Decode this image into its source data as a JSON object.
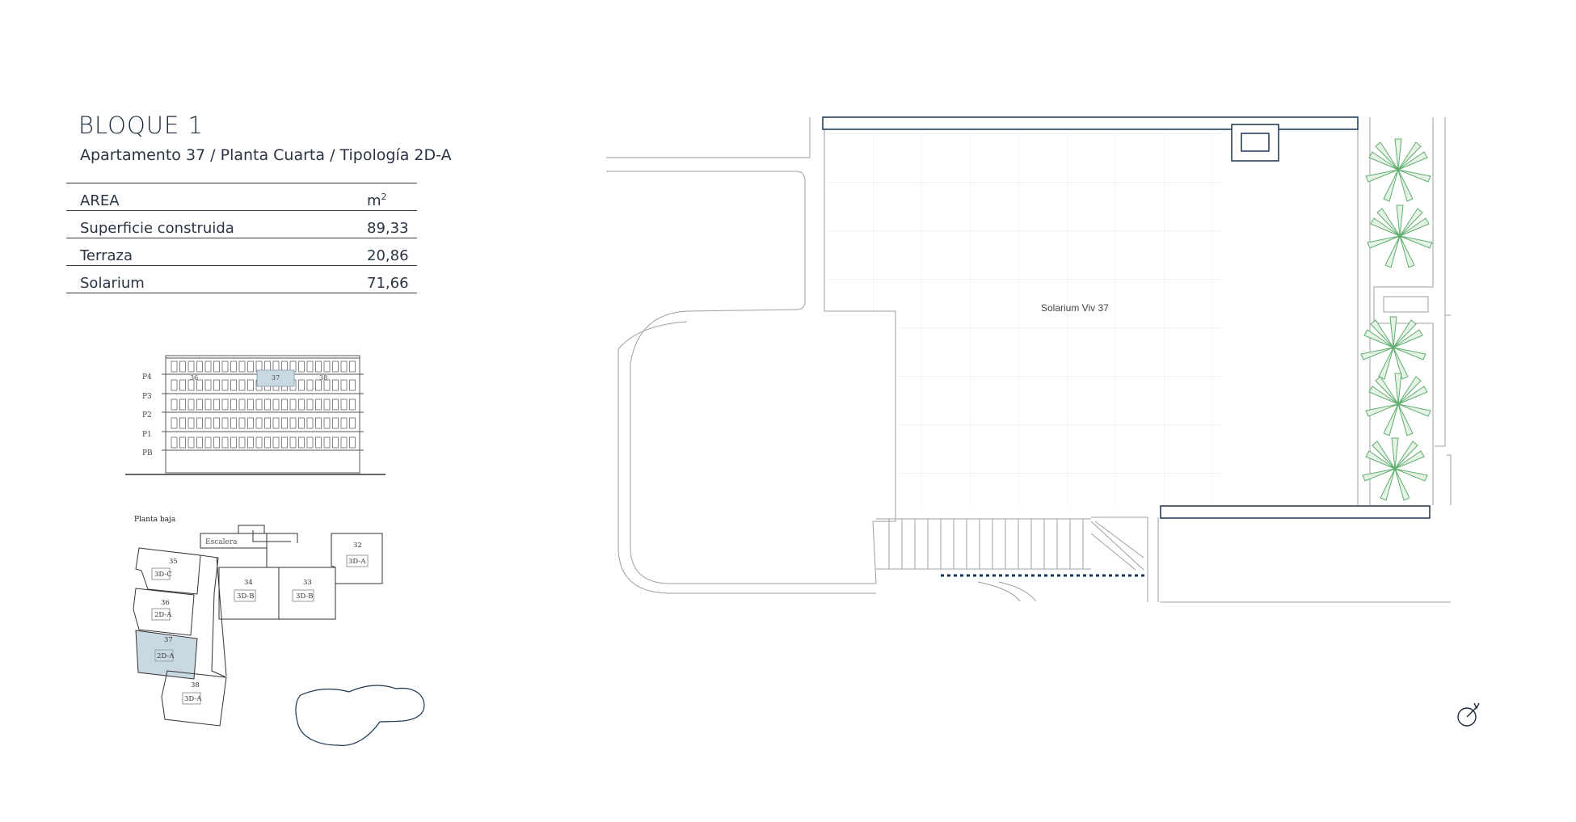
{
  "header": {
    "title": "BLOQUE 1",
    "subtitle": "Apartamento 37 / Planta Cuarta / Tipología 2D-A"
  },
  "area_table": {
    "header_label": "AREA",
    "header_unit": "m",
    "header_unit_exp": "2",
    "rows": [
      {
        "label": "Superficie construida",
        "value": "89,33"
      },
      {
        "label": "Terraza",
        "value": "20,86"
      },
      {
        "label": "Solarium",
        "value": "71,66"
      }
    ]
  },
  "elevation": {
    "floors": [
      "P4",
      "P3",
      "P2",
      "P1",
      "PB"
    ],
    "unit_labels": [
      "36",
      "37",
      "38"
    ]
  },
  "ground_plan": {
    "title": "Planta baja",
    "stair_label": "Escalera",
    "units": [
      {
        "num": "35",
        "type": "3D-C"
      },
      {
        "num": "36",
        "type": "2D-A"
      },
      {
        "num": "37",
        "type": "2D-A"
      },
      {
        "num": "38",
        "type": "3D-A"
      },
      {
        "num": "34",
        "type": "3D-B"
      },
      {
        "num": "33",
        "type": "3D-B"
      },
      {
        "num": "32",
        "type": "3D-A"
      }
    ]
  },
  "floor_plan": {
    "room_label": "Solarium Viv 37"
  },
  "colors": {
    "highlight": "#c9d9e3",
    "navy": "#1b3350",
    "plant": "#5fae6e",
    "line": "#9aa0a6"
  }
}
